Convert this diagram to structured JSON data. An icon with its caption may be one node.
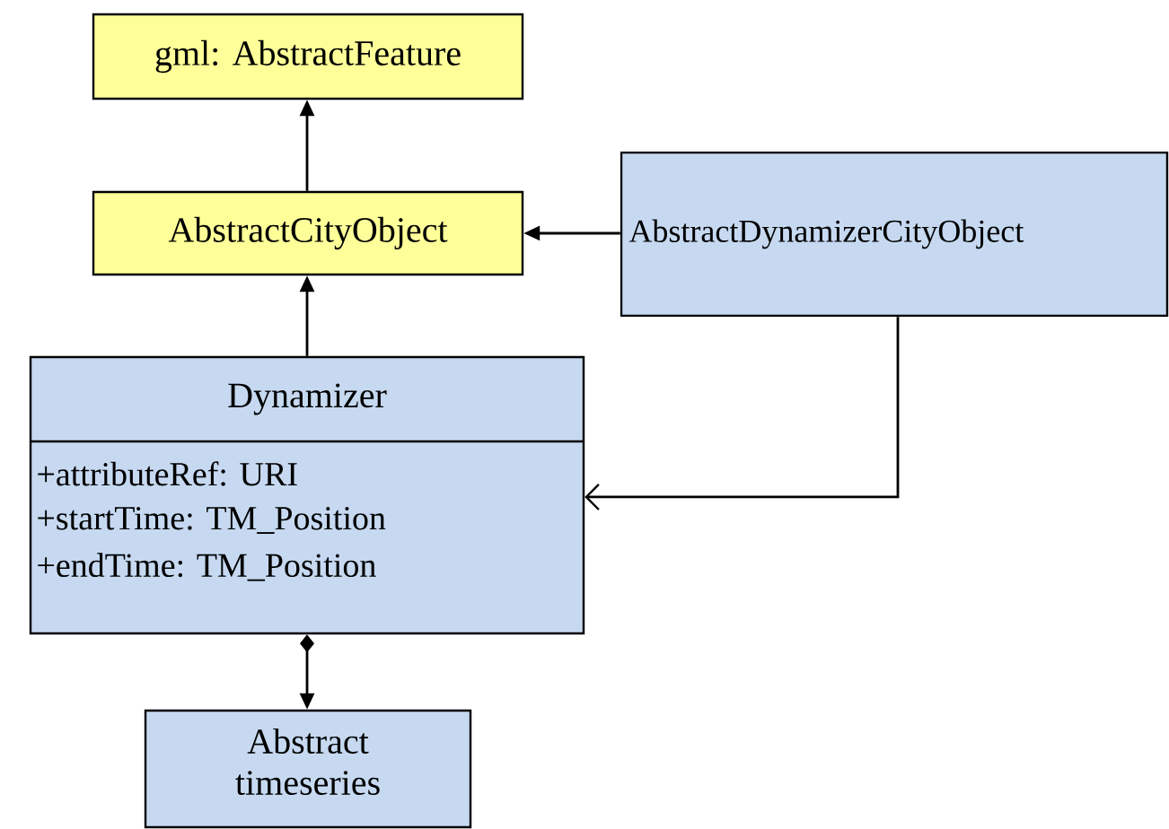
{
  "diagram": {
    "nodes": [
      {
        "text": [
          "gml: AbstractFeature"
        ]
      },
      {
        "text": [
          "AbstractCityObject"
        ]
      },
      {
        "text": [
          "AbstractDynamizerCityObject"
        ]
      },
      {
        "text": [
          "Dynamizer",
          "+attributeRef: URI",
          "+startTime: TM_Position",
          "+endTime: TM_Position"
        ]
      },
      {
        "text": [
          "Abstract timeseries"
        ]
      }
    ],
    "edges": [
      {
        "from": 1,
        "to": 0,
        "arrow": "to"
      },
      {
        "from": 3,
        "to": 1,
        "arrow": "to"
      },
      {
        "from": 2,
        "to": 1,
        "arrow": "to"
      },
      {
        "from": 2,
        "to": 3,
        "arrow": "to"
      },
      {
        "from": 3,
        "to": 4,
        "arrow": "to"
      }
    ]
  }
}
